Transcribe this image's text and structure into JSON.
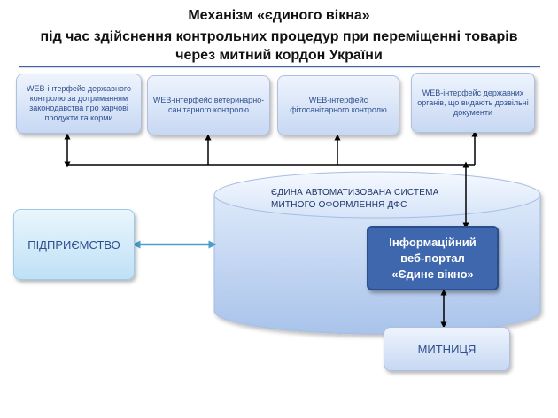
{
  "title": {
    "line1": "Механізм «єдиного вікна»",
    "line2": "під час здійснення контрольних процедур при переміщенні  товарів",
    "line3": "через митний кордон України"
  },
  "interfaces": [
    "WEB-інтерфейс державного контролю за дотриманням законодавства про харчові продукти та корми",
    "WEB-інтерфейс ветеринарно-санітарного контролю",
    "WEB-інтерфейс фітосанітарного контролю",
    "WEB-інтерфейс державних органів, що видають дозвільні документи"
  ],
  "system": {
    "line1": "ЄДИНА АВТОМАТИЗОВАНА СИСТЕМА",
    "line2": "МИТНОГО ОФОРМЛЕННЯ ДФС"
  },
  "enterprise": "ПІДПРИЄМСТВО",
  "portal": {
    "line1": "Інформаційний",
    "line2": "веб-портал",
    "line3": "«Єдине вікно»"
  },
  "customs": "МИТНИЦЯ",
  "colors": {
    "title_rule": "#3a62a8",
    "box_fill_top": "#eef4fd",
    "box_fill_bottom": "#c7d8f3",
    "portal_fill": "#3e67ad",
    "enterprise_arrow": "#4a9fc9"
  }
}
